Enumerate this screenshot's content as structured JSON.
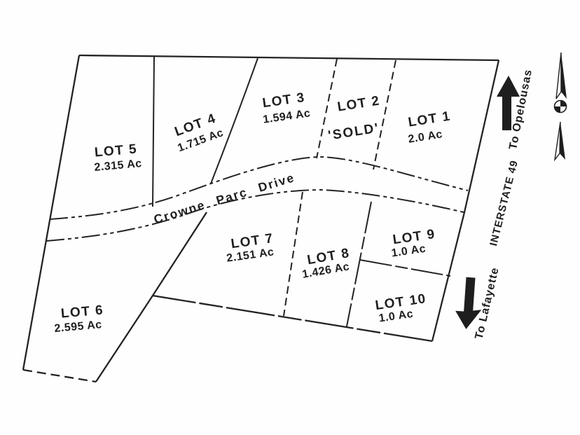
{
  "road": {
    "name": "Crowne Parc Drive"
  },
  "lots": [
    {
      "name": "LOT 1",
      "detail": "2.0 Ac"
    },
    {
      "name": "LOT 2",
      "detail": "'SOLD'"
    },
    {
      "name": "LOT 3",
      "detail": "1.594 Ac"
    },
    {
      "name": "LOT 4",
      "detail": "1.715 Ac"
    },
    {
      "name": "LOT 5",
      "detail": "2.315 Ac"
    },
    {
      "name": "LOT 6",
      "detail": "2.595 Ac"
    },
    {
      "name": "LOT 7",
      "detail": "2.151 Ac"
    },
    {
      "name": "LOT 8",
      "detail": "1.426 Ac"
    },
    {
      "name": "LOT 9",
      "detail": "1.0 Ac"
    },
    {
      "name": "LOT 10",
      "detail": "1.0 Ac"
    }
  ],
  "directions": {
    "north_label": "To Opelousas",
    "south_label": "To Lafayette",
    "highway": "INTERSTATE 49"
  },
  "icons": {
    "north_arrow": "surveyor-north-arrow",
    "up_arrow": "up-direction-arrow",
    "down_arrow": "down-direction-arrow"
  },
  "colors": {
    "ink": "#232323",
    "paper": "#fefefe"
  }
}
